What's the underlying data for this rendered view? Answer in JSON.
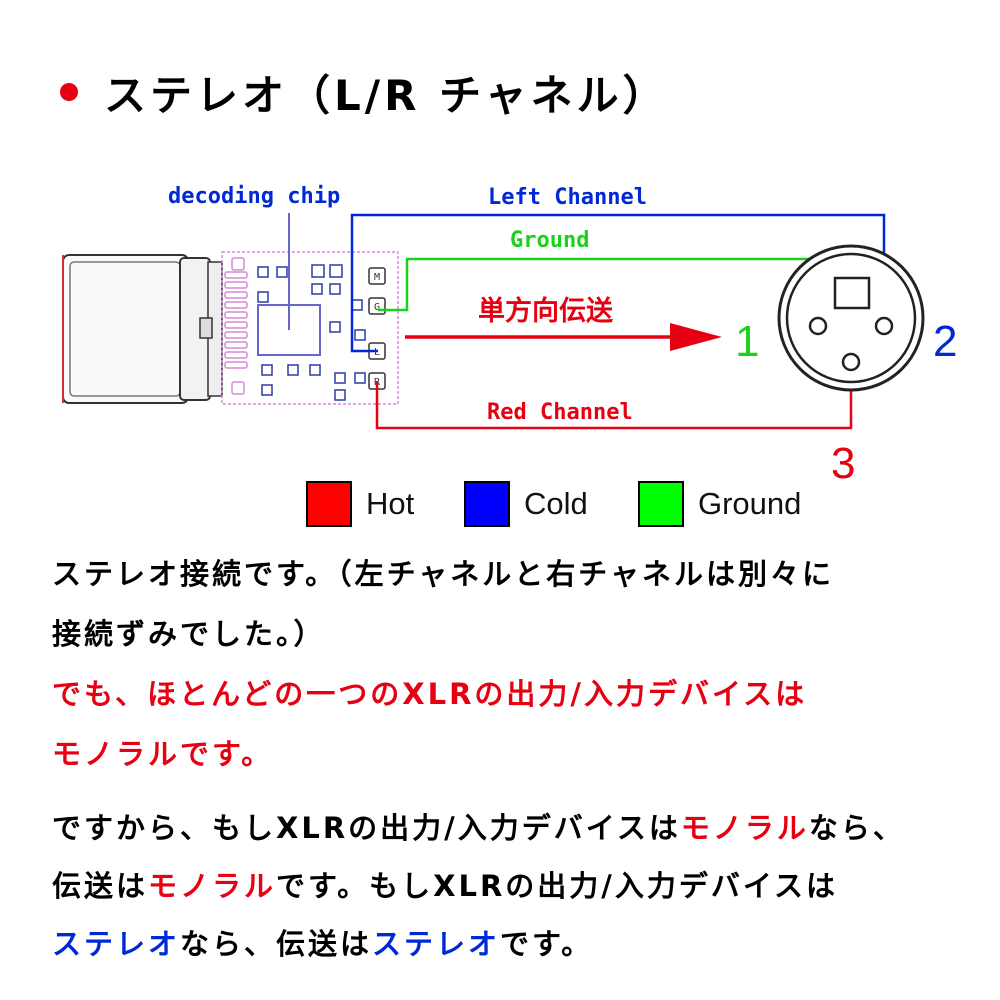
{
  "title": "ステレオ（L/R チャネル）",
  "diagram": {
    "labels": {
      "decoding_chip": "decoding chip",
      "left_channel": "Left Channel",
      "ground": "Ground",
      "red_channel": "Red Channel",
      "one_way": "単方向伝送",
      "pin1": "1",
      "pin2": "2",
      "pin3": "3"
    },
    "pad_marks": [
      "M",
      "G",
      "L",
      "R"
    ],
    "colors": {
      "hot": "#e60012",
      "cold": "#0028d6",
      "ground": "#19d219",
      "chip_outline": "#6666cc",
      "pcb_outline": "#d58ad5",
      "line_gray": "#444444"
    }
  },
  "legend": [
    {
      "label": "Hot",
      "color": "#ff0000"
    },
    {
      "label": "Cold",
      "color": "#0000ff"
    },
    {
      "label": "Ground",
      "color": "#00ff00"
    }
  ],
  "paragraphs": {
    "p1": {
      "line1": "ステレオ接続です。（左チャネルと右チャネルは別々に",
      "line2": "接続ずみでした。）"
    },
    "p2": {
      "line1": "でも、ほとんどの一つのXLRの出力/入力デバイスは",
      "line2": "モノラルです。"
    },
    "p3": {
      "line1_a": "ですから、もしXLRの出力/入力デバイスは",
      "line1_b": "モノラル",
      "line1_c": "なら、",
      "line2_a": "伝送は",
      "line2_b": "モノラル",
      "line2_c": "です。もしXLRの出力/入力デバイスは",
      "line3_a": "ステレオ",
      "line3_b": "なら、伝送は",
      "line3_c": "ステレオ",
      "line3_d": "です。"
    }
  }
}
